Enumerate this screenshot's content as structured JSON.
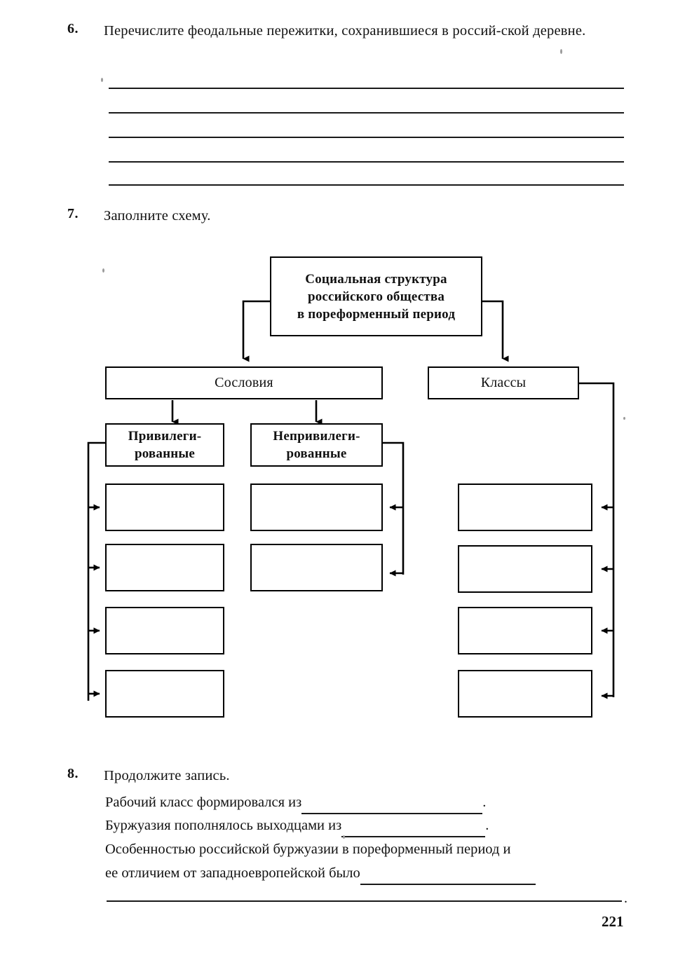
{
  "page": {
    "number": "221"
  },
  "exercises": [
    {
      "number": "6.",
      "prompt": "Перечислите феодальные пережитки, сохранившиеся в россий-ской деревне.",
      "answer_lines": 5
    },
    {
      "number": "7.",
      "prompt": "Заполните схему."
    },
    {
      "number": "8.",
      "prompt": "Продолжите запись."
    }
  ],
  "diagram": {
    "title_box": "Социальная структура\nроссийского общества\nв пореформенный период",
    "branches": [
      {
        "label": "Сословия"
      },
      {
        "label": "Классы"
      }
    ],
    "estates": [
      {
        "label": "Привилеги-\nрованные"
      },
      {
        "label": "Непривилеги-\nрованные"
      }
    ],
    "blank_boxes": {
      "privileged_column": [
        "",
        "",
        "",
        ""
      ],
      "unprivileged_column": [
        "",
        ""
      ],
      "classes_column": [
        "",
        "",
        "",
        ""
      ]
    },
    "colors": {
      "stroke": "#000000",
      "fill": "#ffffff"
    }
  },
  "exercise8": {
    "lines": [
      {
        "text": "Рабочий класс формировался из",
        "blank_width": 258,
        "trailing": "."
      },
      {
        "text": "Буржуазия пополнялось выходцами из",
        "blank_width": 205,
        "trailing": "."
      },
      {
        "text": "Особенностью российской буржуазии в пореформенный период и",
        "blank_width": 0,
        "trailing": ""
      },
      {
        "text": "ее отличием от западноевропейской было",
        "blank_width": 250,
        "trailing": ""
      }
    ],
    "final_rule_trailing": "."
  }
}
